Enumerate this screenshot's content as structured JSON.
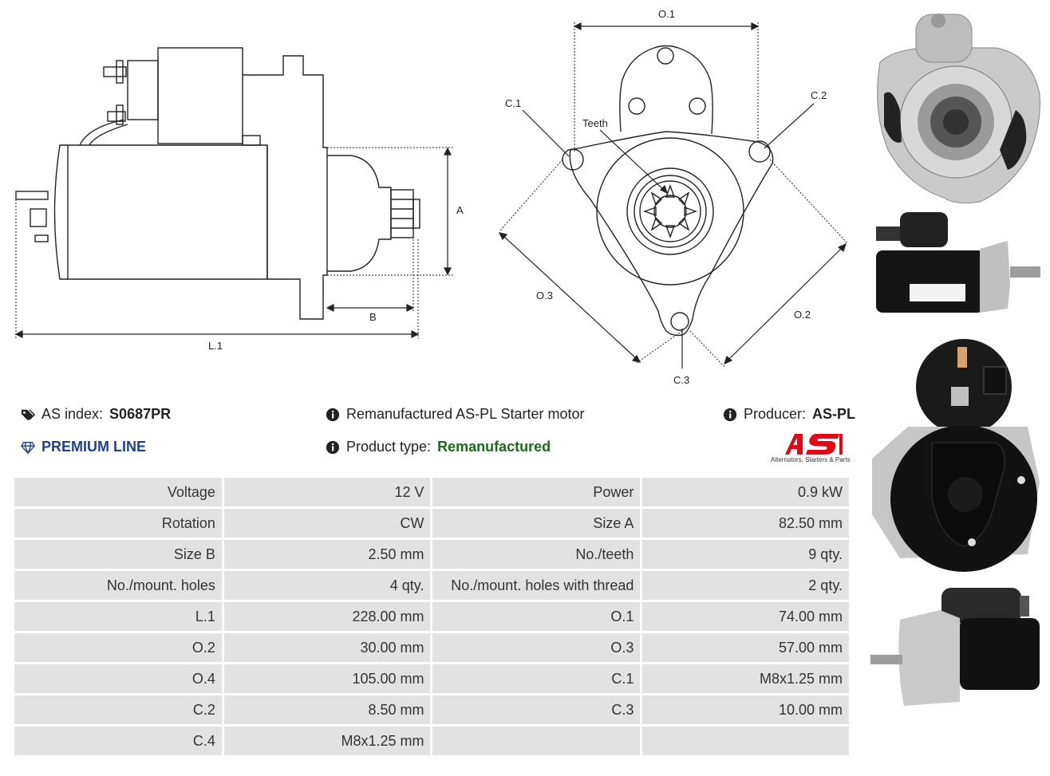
{
  "drawing_labels": {
    "a": "A",
    "b": "B",
    "l1": "L.1",
    "o1": "O.1",
    "o2": "O.2",
    "o3": "O.3",
    "c1": "C.1",
    "c2": "C.2",
    "c3": "C.3",
    "teeth": "Teeth"
  },
  "info": {
    "index_label": "AS index:",
    "index_value": "S0687PR",
    "premium": "PREMIUM LINE",
    "description": "Remanufactured AS-PL Starter motor",
    "product_type_label": "Product type:",
    "product_type_value": "Remanufactured",
    "producer_label": "Producer:",
    "producer_value": "AS-PL",
    "logo_text": "AS",
    "logo_subtitle": "Alternators, Starters & Parts"
  },
  "specs": [
    {
      "l1": "Voltage",
      "v1": "12 V",
      "l2": "Power",
      "v2": "0.9 kW"
    },
    {
      "l1": "Rotation",
      "v1": "CW",
      "l2": "Size A",
      "v2": "82.50 mm"
    },
    {
      "l1": "Size B",
      "v1": "2.50 mm",
      "l2": "No./teeth",
      "v2": "9 qty."
    },
    {
      "l1": "No./mount. holes",
      "v1": "4 qty.",
      "l2": "No./mount. holes with thread",
      "v2": "2 qty."
    },
    {
      "l1": "L.1",
      "v1": "228.00 mm",
      "l2": "O.1",
      "v2": "74.00 mm"
    },
    {
      "l1": "O.2",
      "v1": "30.00 mm",
      "l2": "O.3",
      "v2": "57.00 mm"
    },
    {
      "l1": "O.4",
      "v1": "105.00 mm",
      "l2": "C.1",
      "v2": "M8x1.25 mm"
    },
    {
      "l1": "C.2",
      "v1": "8.50 mm",
      "l2": "C.3",
      "v2": "10.00 mm"
    },
    {
      "l1": "C.4",
      "v1": "M8x1.25 mm",
      "l2": "",
      "v2": ""
    }
  ],
  "colors": {
    "premium": "#1f3f8f",
    "product_type": "#1a6a1a",
    "logo_red": "#e30613",
    "table_cell": "#e2e2e2"
  }
}
